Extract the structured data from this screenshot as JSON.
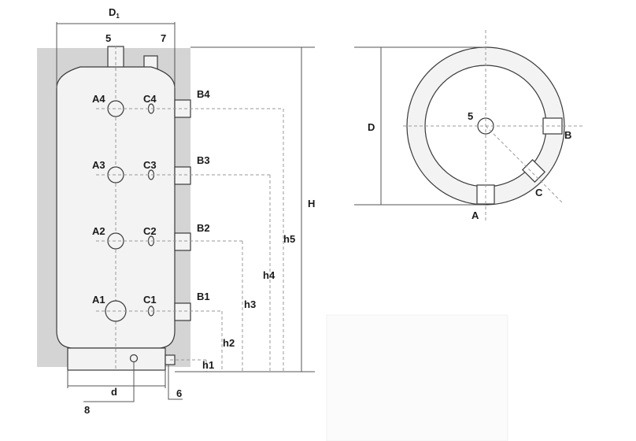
{
  "side_view": {
    "dims": {
      "D1": {
        "main": "D",
        "sub": "1"
      },
      "H": "H",
      "d": "d",
      "h1": "h1",
      "h2": "h2",
      "h3": "h3",
      "h4": "h4",
      "h5": "h5"
    },
    "top_ports": [
      "5",
      "7"
    ],
    "bottom_ports": [
      "6",
      "8"
    ],
    "a_ports": [
      "A1",
      "A2",
      "A3",
      "A4"
    ],
    "b_ports": [
      "B1",
      "B2",
      "B3",
      "B4"
    ],
    "c_ports": [
      "C1",
      "C2",
      "C3",
      "C4"
    ]
  },
  "top_view": {
    "diameter": "D",
    "center_port": "5",
    "ports": [
      "A",
      "B",
      "C"
    ]
  },
  "colors": {
    "insulation": "#d4d4d4",
    "tank_fill": "#f3f3f3",
    "line": "#3a3a3a",
    "dashed": "#9a9a9a"
  }
}
